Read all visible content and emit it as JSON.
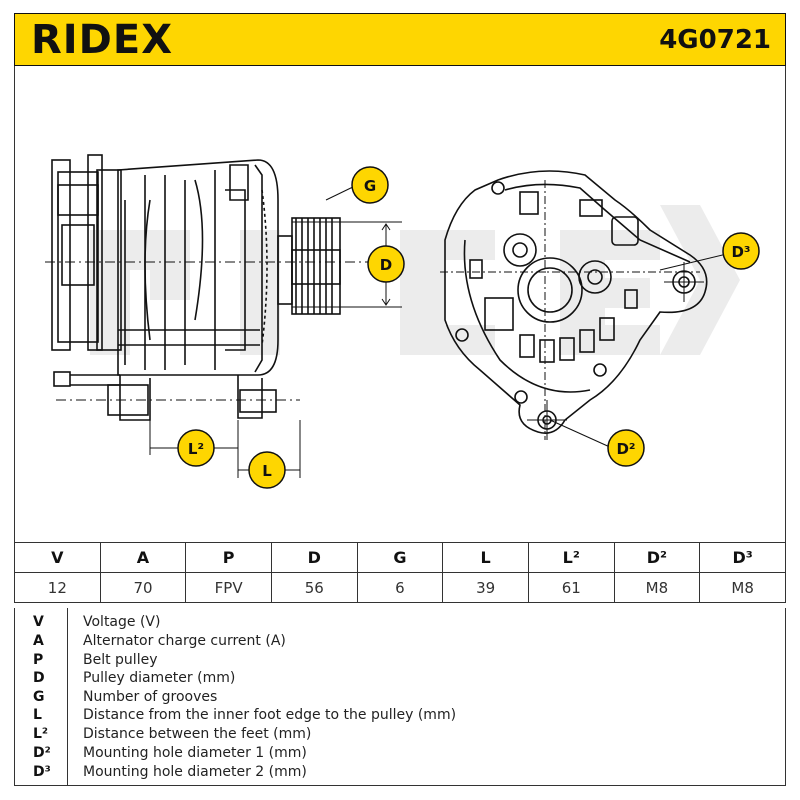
{
  "header": {
    "brand": "RIDEX",
    "part_number": "4G0721"
  },
  "diagram": {
    "callouts": {
      "g": "G",
      "d": "D",
      "d3": "D³",
      "d2": "D²",
      "l2": "L²",
      "l": "L"
    }
  },
  "specs": {
    "headers": [
      "V",
      "A",
      "P",
      "D",
      "G",
      "L",
      "L²",
      "D²",
      "D³"
    ],
    "values": [
      "12",
      "70",
      "FPV",
      "56",
      "6",
      "39",
      "61",
      "M8",
      "M8"
    ]
  },
  "legend": [
    {
      "key": "V",
      "desc": "Voltage (V)"
    },
    {
      "key": "A",
      "desc": "Alternator charge current (A)"
    },
    {
      "key": "P",
      "desc": "Belt pulley"
    },
    {
      "key": "D",
      "desc": "Pulley diameter (mm)"
    },
    {
      "key": "G",
      "desc": "Number of grooves"
    },
    {
      "key": "L",
      "desc": "Distance from the inner foot edge to the pulley (mm)"
    },
    {
      "key": "L²",
      "desc": "Distance between the feet (mm)"
    },
    {
      "key": "D²",
      "desc": "Mounting hole diameter 1 (mm)"
    },
    {
      "key": "D³",
      "desc": "Mounting hole diameter 2 (mm)"
    }
  ],
  "colors": {
    "brand_yellow": "#fed601",
    "line": "#111111",
    "watermark": "#e9e9e9"
  }
}
